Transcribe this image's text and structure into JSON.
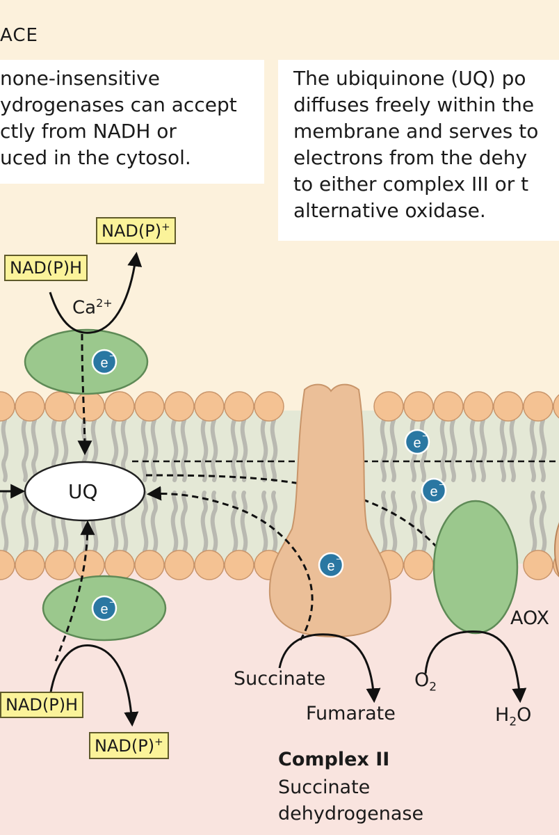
{
  "region_title": "ACE",
  "note_left": {
    "lines": [
      "none-insensitive",
      "ydrogenases can accept",
      "ctly from NADH or",
      "uced in the cytosol."
    ]
  },
  "note_right": {
    "lines": [
      "The ubiquinone (UQ) po",
      "diffuses freely within the",
      "membrane and serves to",
      "electrons from the dehy",
      "to either complex III or t",
      "alternative oxidase."
    ]
  },
  "labels": {
    "nadp_plus_top": "NAD(P)",
    "nadph_top": "NAD(P)H",
    "calcium": "Ca",
    "calcium_charge": "2+",
    "uq": "UQ",
    "electron": "e",
    "succinate": "Succinate",
    "fumarate": "Fumarate",
    "o2": "O",
    "o2_sub": "2",
    "h2o_h": "H",
    "h2o_sub": "2",
    "h2o_o": "O",
    "aox": "AOX",
    "nadph_bottom": "NAD(P)H",
    "nadp_plus_bottom": "NAD(P)",
    "complex_title": "Complex II",
    "complex_line1": "Succinate",
    "complex_line2": "dehydrogenase"
  },
  "colors": {
    "top_bg": "#fcf1dc",
    "bottom_bg": "#f9e4df",
    "head": "#f4c293",
    "tail": "#b9b9b1",
    "membrane_fill": "#e4e8d6",
    "green": "#9bc88d",
    "complex": "#ebbf98",
    "electron_fill": "#2a77a2",
    "tag_fill": "#fbf39a"
  }
}
